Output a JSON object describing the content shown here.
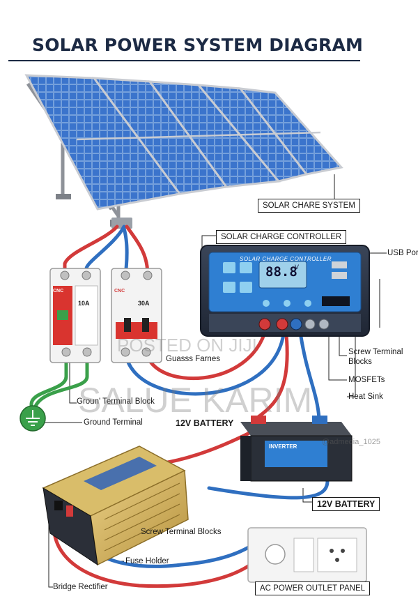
{
  "title": "SOLAR POWER SYSTEM DIAGRAM",
  "labels": {
    "solar_system": "SOLAR CHARE SYSTEM",
    "controller_box": "SOLAR CHARGE CONTROLLER",
    "usb_port": "USB Port",
    "screw_terminal_blocks_top": "Screw Terminal Blocks",
    "mosfets": "MOSFETs",
    "heat_sink": "Heat Sink",
    "guass_fames": "Guasss Farnes",
    "ground_terminal_block": "Groun' Terminal Block",
    "ground_terminal": "Ground Terminal",
    "battery_top": "12V BATTERY",
    "battery_bottom": "12V BATTERY",
    "screw_terminal_blocks_bottom": "Screw Terminal Blocks",
    "fuse_holder": "Fuse Holder",
    "bridge_rectifier": "Bridge Rectifier",
    "ac_outlet_panel": "AC POWER OUTLET PANEL"
  },
  "controller": {
    "face_title": "SOLAR CHARGE CONTROLLER",
    "display_value": "88.8",
    "display_unit": "V"
  },
  "breakers": {
    "left_brand": "CNC",
    "left_rating": "10A",
    "right_brand": "CNC",
    "right_rating": "30A"
  },
  "battery": {
    "brand": "INVERTER"
  },
  "watermarks": {
    "posted": "POSTED ON JIJI",
    "name": "SALUE KARIM",
    "handle": "@admedia_1025"
  },
  "colors": {
    "red_wire": "#d23a3a",
    "blue_wire": "#2f6fc0",
    "green_wire": "#3aa04a",
    "panel_cell": "#2f63b8",
    "controller_body": "#2b3446"
  }
}
